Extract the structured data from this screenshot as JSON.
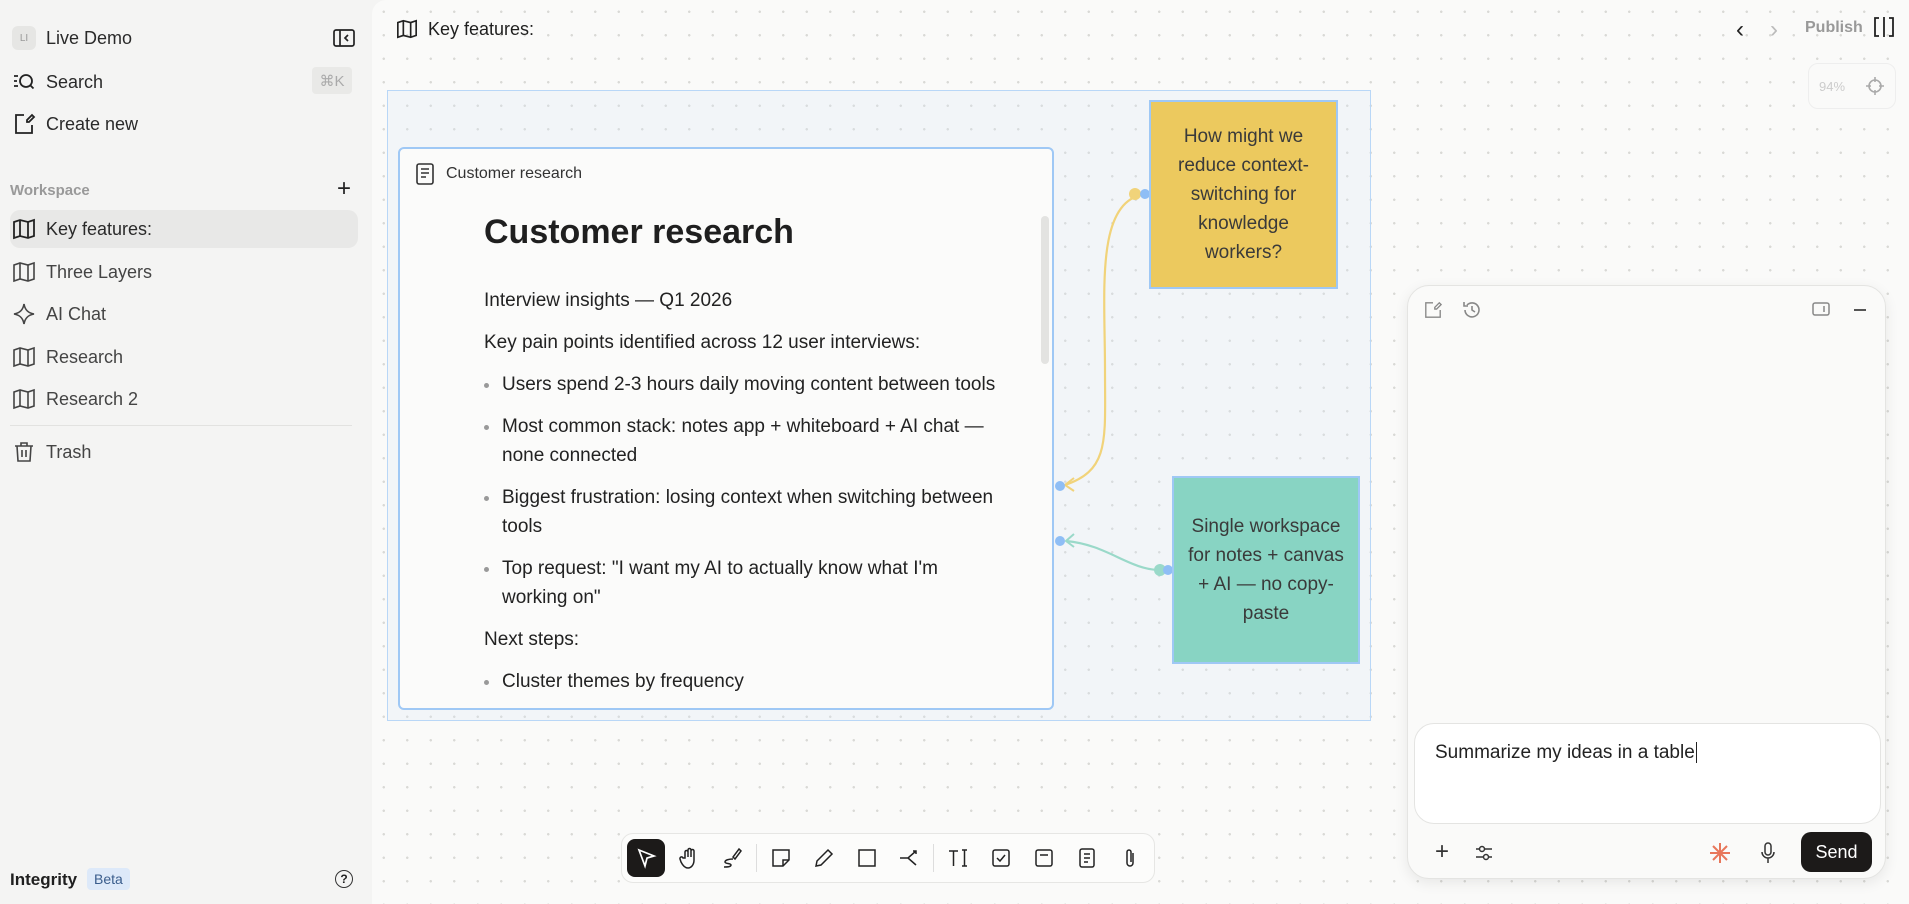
{
  "sidebar": {
    "workspace_initials": "LI",
    "workspace_name": "Live Demo",
    "search_label": "Search",
    "search_shortcut": "⌘K",
    "create_label": "Create new",
    "section_label": "Workspace",
    "items": [
      {
        "label": "Key features:",
        "icon": "map-icon"
      },
      {
        "label": "Three Layers",
        "icon": "map-icon"
      },
      {
        "label": "AI Chat",
        "icon": "sparkle-icon"
      },
      {
        "label": "Research",
        "icon": "map-icon"
      },
      {
        "label": "Research 2",
        "icon": "map-icon"
      }
    ],
    "trash_label": "Trash",
    "footer_name": "Integrity",
    "footer_badge": "Beta"
  },
  "header": {
    "title": "Key features:",
    "publish_label": "Publish"
  },
  "zoom": {
    "level": "94%"
  },
  "doc": {
    "card_title": "Customer research",
    "heading": "Customer research",
    "subtitle": "Interview insights — Q1 2026",
    "intro": "Key pain points identified across 12 user interviews:",
    "bullets": [
      "Users spend 2-3 hours daily moving content between tools",
      "Most common stack: notes app + whiteboard + AI chat — none connected",
      "Biggest frustration: losing context when switching between tools",
      "Top request: \"I want my AI to actually know what I'm working on\""
    ],
    "next_label": "Next steps:",
    "next_bullets": [
      "Cluster themes by frequency"
    ]
  },
  "notes": [
    {
      "text": "How might we reduce context-switching for knowledge workers?",
      "color": "#ecc95e"
    },
    {
      "text": "Single workspace for notes + canvas + AI — no copy-paste",
      "color": "#88d4c3"
    }
  ],
  "chat": {
    "input_value": "Summarize my ideas in a table",
    "send_label": "Send"
  },
  "colors": {
    "accent": "#9fc8f5",
    "send_bg": "#1c1a19",
    "spark": "#e8765a"
  }
}
